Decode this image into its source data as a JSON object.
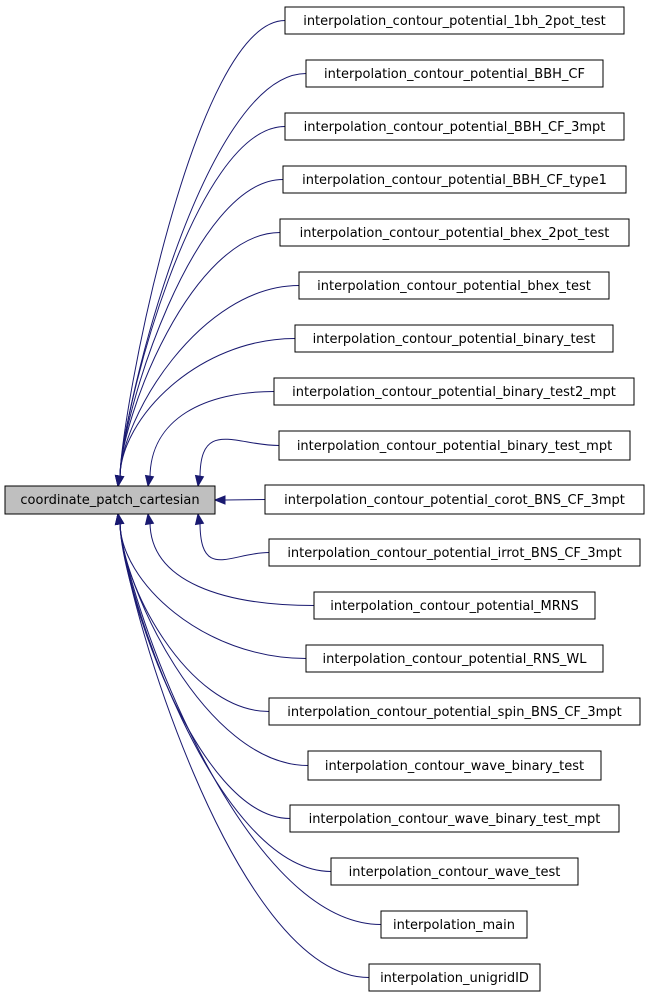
{
  "root": {
    "label": "coordinate_patch_cartesian"
  },
  "callers": [
    {
      "label": "interpolation_contour_potential_1bh_2pot_test"
    },
    {
      "label": "interpolation_contour_potential_BBH_CF"
    },
    {
      "label": "interpolation_contour_potential_BBH_CF_3mpt"
    },
    {
      "label": "interpolation_contour_potential_BBH_CF_type1"
    },
    {
      "label": "interpolation_contour_potential_bhex_2pot_test"
    },
    {
      "label": "interpolation_contour_potential_bhex_test"
    },
    {
      "label": "interpolation_contour_potential_binary_test"
    },
    {
      "label": "interpolation_contour_potential_binary_test2_mpt"
    },
    {
      "label": "interpolation_contour_potential_binary_test_mpt"
    },
    {
      "label": "interpolation_contour_potential_corot_BNS_CF_3mpt"
    },
    {
      "label": "interpolation_contour_potential_irrot_BNS_CF_3mpt"
    },
    {
      "label": "interpolation_contour_potential_MRNS"
    },
    {
      "label": "interpolation_contour_potential_RNS_WL"
    },
    {
      "label": "interpolation_contour_potential_spin_BNS_CF_3mpt"
    },
    {
      "label": "interpolation_contour_wave_binary_test"
    },
    {
      "label": "interpolation_contour_wave_binary_test_mpt"
    },
    {
      "label": "interpolation_contour_wave_test"
    },
    {
      "label": "interpolation_main"
    },
    {
      "label": "interpolation_unigridID"
    }
  ],
  "colors": {
    "edge": "#191970",
    "root_fill": "#bfbfbf",
    "node_fill": "#ffffff",
    "border": "#000000"
  }
}
